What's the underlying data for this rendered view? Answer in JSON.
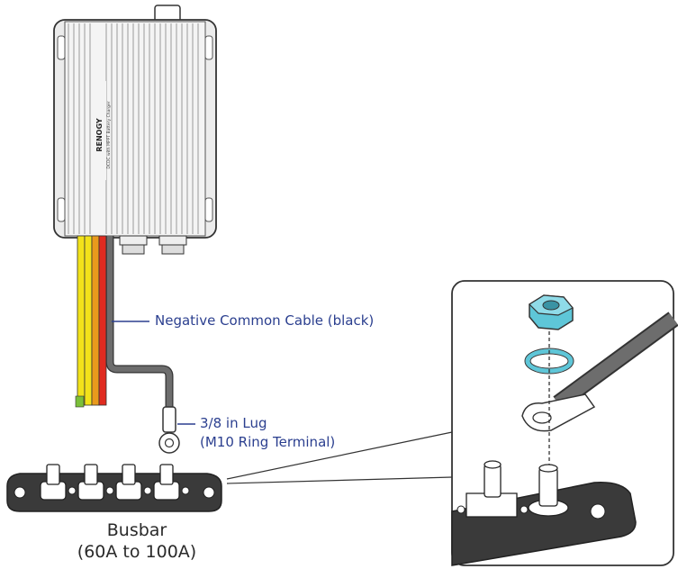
{
  "labels": {
    "negative_cable": "Negative Common Cable (black)",
    "lug_line1": "3/8 in Lug",
    "lug_line2": "(M10 Ring Terminal)",
    "busbar_line1": "Busbar",
    "busbar_line2": "(60A to 100A)"
  },
  "device": {
    "brand": "RENOGY",
    "model": "DCDC with MPPT Battery Charger"
  },
  "colors": {
    "label_text": "#2b3f8f",
    "leader_line": "#2b3f8f",
    "cable_black": "#6d6d6d",
    "wire_yellow": "#f2e21a",
    "wire_orange": "#e99a1c",
    "wire_red": "#e02b20",
    "nut_blue": "#5ec6d8",
    "busbar_body": "#3a3a3a"
  }
}
